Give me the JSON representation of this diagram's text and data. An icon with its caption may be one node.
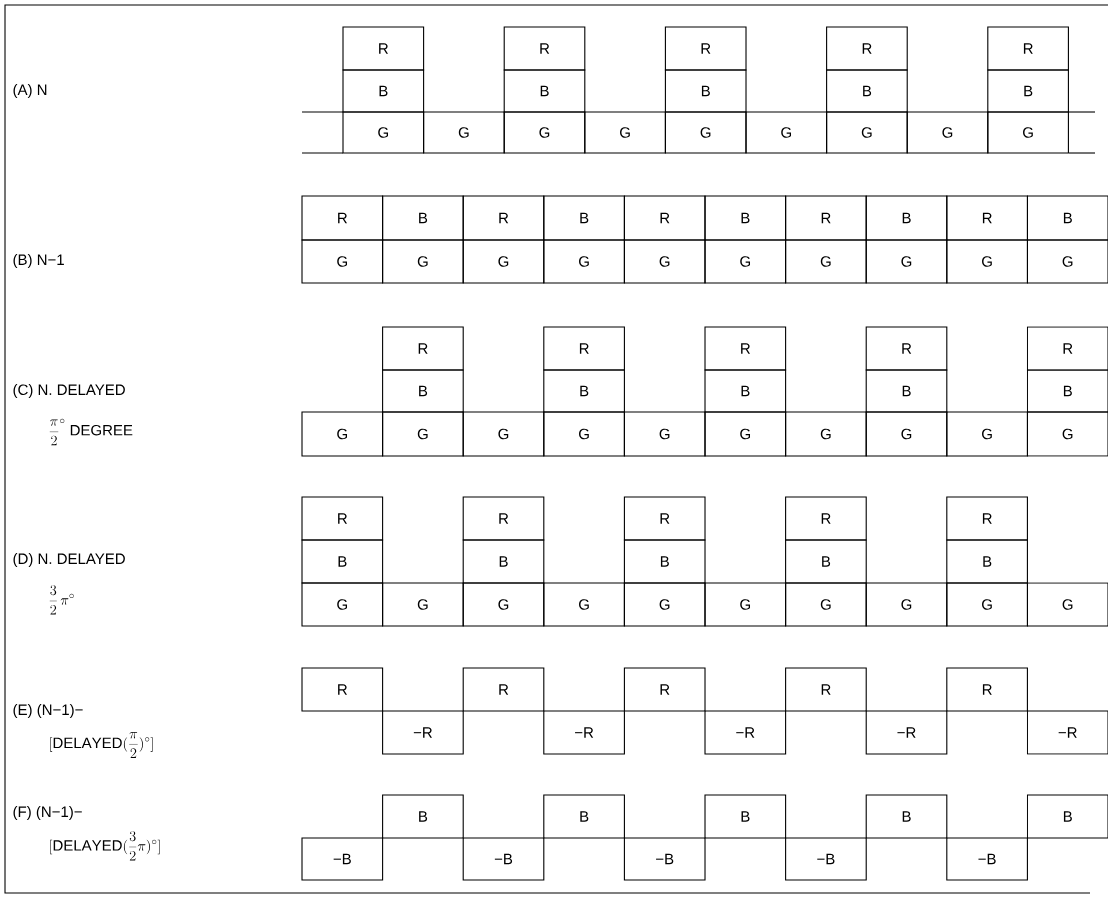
{
  "diagram": {
    "labels": [
      "(A) N",
      "R",
      "R",
      "R",
      "R",
      "R",
      "B",
      "B",
      "B",
      "B",
      "B",
      "G",
      "G",
      "G",
      "G",
      "G",
      "G",
      "G",
      "G",
      "G",
      "(B) N−1",
      "R",
      "B",
      "R",
      "B",
      "R",
      "B",
      "R",
      "B",
      "R",
      "B",
      "G",
      "G",
      "G",
      "G",
      "G",
      "G",
      "G",
      "G",
      "G",
      "G",
      "(C) N. DELAYED",
      "\\frac{\\pi}{2}^{\\circ}\\ \\mathrm{DEGREE}",
      "R",
      "R",
      "R",
      "R",
      "R",
      "B",
      "B",
      "B",
      "B",
      "B",
      "G",
      "G",
      "G",
      "G",
      "G",
      "G",
      "G",
      "G",
      "G",
      "G",
      "(D) N. DELAYED",
      "\\frac{3}{2}\\,\\pi^{\\circ}",
      "R",
      "R",
      "R",
      "R",
      "R",
      "B",
      "B",
      "B",
      "B",
      "B",
      "G",
      "G",
      "G",
      "G",
      "G",
      "G",
      "G",
      "G",
      "G",
      "G",
      "(E) (N−1)−",
      "[\\mathrm{DELAYED}(\\frac{\\pi}{2})^{\\circ}]",
      "R",
      "R",
      "R",
      "R",
      "R",
      "−R",
      "−R",
      "−R",
      "−R",
      "−R",
      "(F) (N−1)−",
      "[\\mathrm{DELAYED}(\\frac{3}{2}\\pi)^{\\circ}]",
      "B",
      "B",
      "B",
      "B",
      "B",
      "−B",
      "−B",
      "−B",
      "−B",
      "−B"
    ]
  }
}
